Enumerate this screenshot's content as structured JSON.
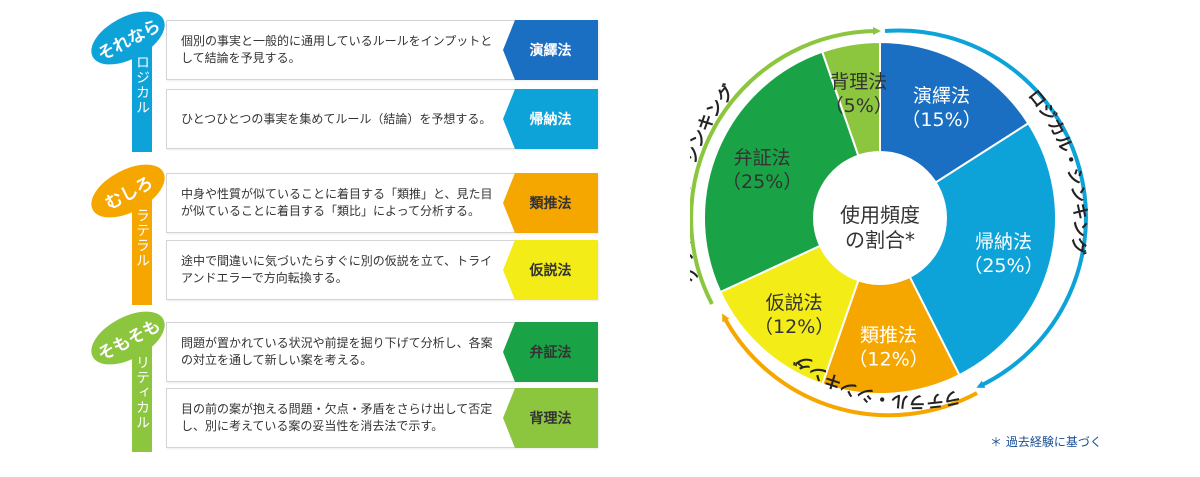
{
  "groups": [
    {
      "badge": "それなら",
      "label": "ロジカル",
      "color": "#0ea3d8",
      "rows": [
        {
          "desc": "個別の事実と一般的に通用しているルールをインプットとして結論を予見する。",
          "tag": "演繹法",
          "tag_bg": "#1a6fc2",
          "tag_fg": "#ffffff"
        },
        {
          "desc": "ひとつひとつの事実を集めてルール（結論）を予想する。",
          "tag": "帰納法",
          "tag_bg": "#0ea3d8",
          "tag_fg": "#ffffff"
        }
      ]
    },
    {
      "badge": "むしろ",
      "label": "ラテラル",
      "color": "#f5a700",
      "rows": [
        {
          "desc": "中身や性質が似ていることに着目する「類推」と、見た目が似ていることに着目する「類比」によって分析する。",
          "tag": "類推法",
          "tag_bg": "#f5a700",
          "tag_fg": "#333333"
        },
        {
          "desc": "途中で間違いに気づいたらすぐに別の仮説を立て、トライアンドエラーで方向転換する。",
          "tag": "仮説法",
          "tag_bg": "#f3ec16",
          "tag_fg": "#333333"
        }
      ]
    },
    {
      "badge": "そもそも",
      "label": "クリティカル",
      "color": "#8cc63f",
      "rows": [
        {
          "desc": "問題が置かれている状況や前提を掘り下げて分析し、各案の対立を通して新しい案を考える。",
          "tag": "弁証法",
          "tag_bg": "#1aa346",
          "tag_fg": "#333333"
        },
        {
          "desc": "目の前の案が抱える問題・欠点・矛盾をさらけ出して否定し、別に考えている案の妥当性を消去法で示す。",
          "tag": "背理法",
          "tag_bg": "#8cc63f",
          "tag_fg": "#333333"
        }
      ]
    }
  ],
  "chart_data": {
    "type": "pie",
    "center_label": [
      "使用頻度",
      "の割合*"
    ],
    "slices": [
      {
        "name": "演繹法",
        "label": "（15%）",
        "value": 15,
        "color": "#1a6fc2",
        "text_color": "#ffffff"
      },
      {
        "name": "帰納法",
        "label": "（25%）",
        "value": 25,
        "color": "#0ea3d8",
        "text_color": "#ffffff"
      },
      {
        "name": "類推法",
        "label": "（12%）",
        "value": 12,
        "color": "#f5a700",
        "text_color": "#ffffff"
      },
      {
        "name": "仮説法",
        "label": "（12%）",
        "value": 12,
        "color": "#f3ec16",
        "text_color": "#333333"
      },
      {
        "name": "弁証法",
        "label": "（25%）",
        "value": 25,
        "color": "#1aa346",
        "text_color": "#333333"
      },
      {
        "name": "背理法",
        "label": "（5%）",
        "value": 5,
        "color": "#8cc63f",
        "text_color": "#333333"
      }
    ],
    "arcs": [
      {
        "label": "ロジカル・シンキング",
        "color": "#0ea3d8"
      },
      {
        "label": "ラテラル・シンキング",
        "color": "#f5a700"
      },
      {
        "label": "クリティカル・シンキング",
        "color": "#8cc63f"
      }
    ]
  },
  "footnote": "＊ 過去経験に基づく"
}
